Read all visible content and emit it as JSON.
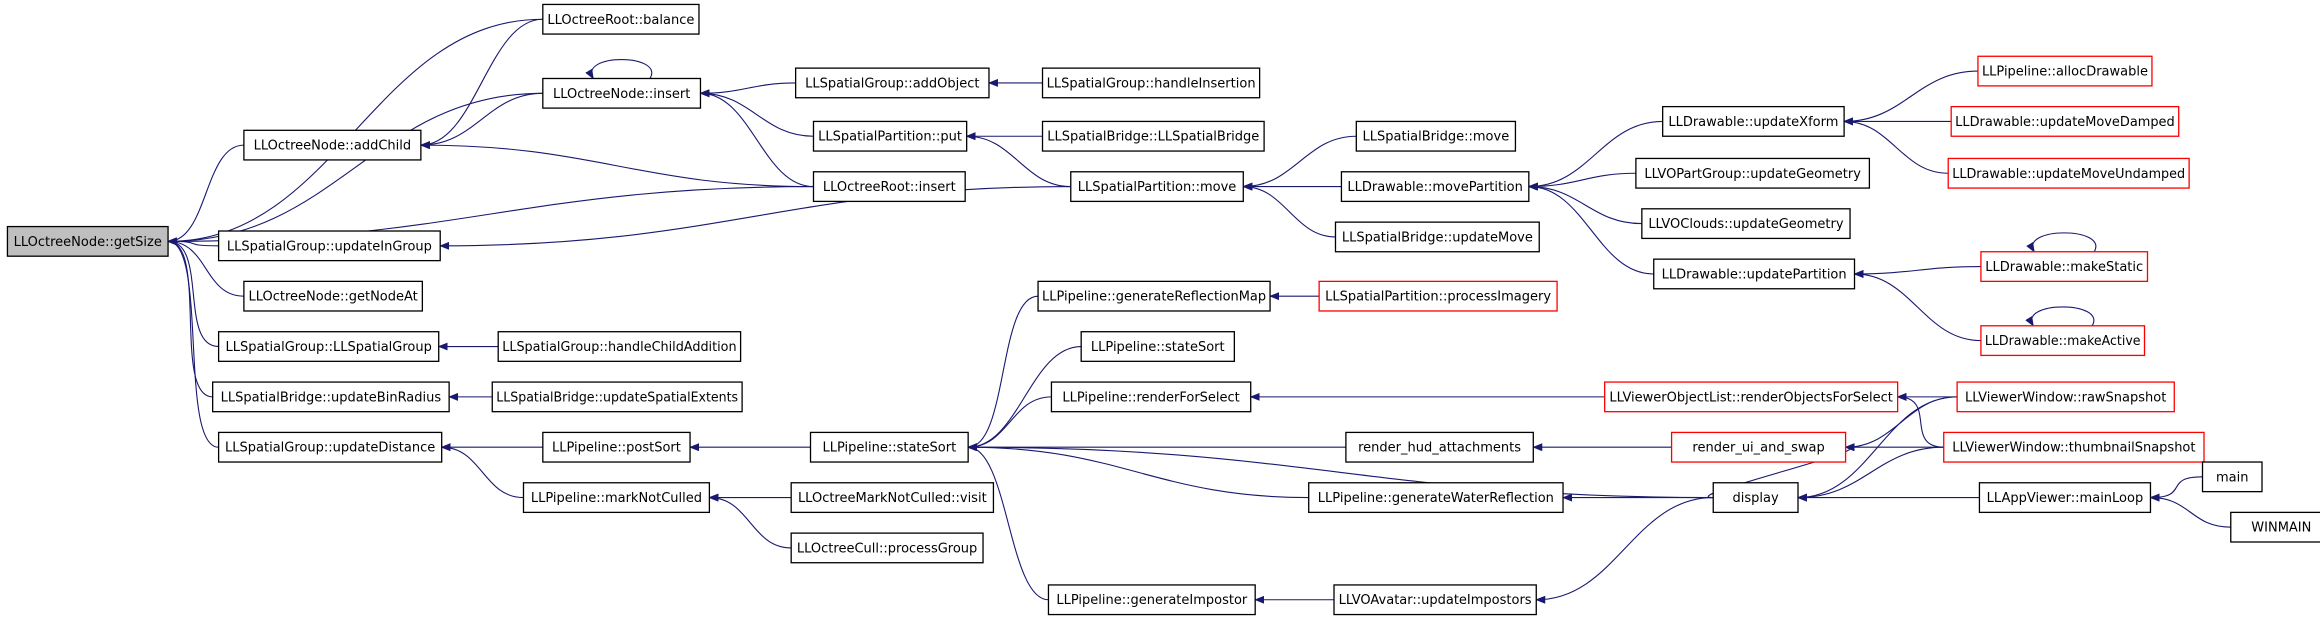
{
  "colors": {
    "edge": "#191970",
    "arrow": "#191970",
    "node_border": "#000000",
    "node_border_external": "#ff0000",
    "node_fill": "#ffffff",
    "root_fill": "#bfbfbf",
    "text": "#000000"
  },
  "nodes": [
    {
      "id": "getSize",
      "label": "LLOctreeNode::getSize",
      "style": "root"
    },
    {
      "id": "balance",
      "label": "LLOctreeRoot::balance",
      "style": "normal"
    },
    {
      "id": "insertN",
      "label": "LLOctreeNode::insert",
      "style": "normal"
    },
    {
      "id": "addChild",
      "label": "LLOctreeNode::addChild",
      "style": "normal"
    },
    {
      "id": "rootInsert",
      "label": "LLOctreeRoot::insert",
      "style": "normal"
    },
    {
      "id": "updateInGroup",
      "label": "LLSpatialGroup::updateInGroup",
      "style": "normal"
    },
    {
      "id": "getNodeAt",
      "label": "LLOctreeNode::getNodeAt",
      "style": "normal"
    },
    {
      "id": "llsg",
      "label": "LLSpatialGroup::LLSpatialGroup",
      "style": "normal"
    },
    {
      "id": "ubr",
      "label": "LLSpatialBridge::updateBinRadius",
      "style": "normal"
    },
    {
      "id": "updDist",
      "label": "LLSpatialGroup::updateDistance",
      "style": "normal"
    },
    {
      "id": "addObject",
      "label": "LLSpatialGroup::addObject",
      "style": "normal"
    },
    {
      "id": "handleIns",
      "label": "LLSpatialGroup::handleInsertion",
      "style": "normal"
    },
    {
      "id": "put",
      "label": "LLSpatialPartition::put",
      "style": "normal"
    },
    {
      "id": "llsb",
      "label": "LLSpatialBridge::LLSpatialBridge",
      "style": "normal"
    },
    {
      "id": "spMove",
      "label": "LLSpatialPartition::move",
      "style": "normal"
    },
    {
      "id": "sbMove",
      "label": "LLSpatialBridge::move",
      "style": "normal"
    },
    {
      "id": "movePart",
      "label": "LLDrawable::movePartition",
      "style": "normal"
    },
    {
      "id": "sbUpdMove",
      "label": "LLSpatialBridge::updateMove",
      "style": "normal"
    },
    {
      "id": "updXform",
      "label": "LLDrawable::updateXform",
      "style": "normal"
    },
    {
      "id": "allocDraw",
      "label": "LLPipeline::allocDrawable",
      "style": "external"
    },
    {
      "id": "updMoveDamped",
      "label": "LLDrawable::updateMoveDamped",
      "style": "external"
    },
    {
      "id": "updMoveUndamped",
      "label": "LLDrawable::updateMoveUndamped",
      "style": "external"
    },
    {
      "id": "vopg",
      "label": "LLVOPartGroup::updateGeometry",
      "style": "normal"
    },
    {
      "id": "voclouds",
      "label": "LLVOClouds::updateGeometry",
      "style": "normal"
    },
    {
      "id": "updPart",
      "label": "LLDrawable::updatePartition",
      "style": "normal"
    },
    {
      "id": "makeStatic",
      "label": "LLDrawable::makeStatic",
      "style": "external"
    },
    {
      "id": "makeActive",
      "label": "LLDrawable::makeActive",
      "style": "external"
    },
    {
      "id": "genRefl",
      "label": "LLPipeline::generateReflectionMap",
      "style": "normal"
    },
    {
      "id": "procImg",
      "label": "LLSpatialPartition::processImagery",
      "style": "external"
    },
    {
      "id": "plStateSort1",
      "label": "LLPipeline::stateSort",
      "style": "normal"
    },
    {
      "id": "renderSel",
      "label": "LLPipeline::renderForSelect",
      "style": "normal"
    },
    {
      "id": "rofs",
      "label": "LLViewerObjectList::renderObjectsForSelect",
      "style": "external"
    },
    {
      "id": "rawSnap",
      "label": "LLViewerWindow::rawSnapshot",
      "style": "external"
    },
    {
      "id": "thumbSnap",
      "label": "LLViewerWindow::thumbnailSnapshot",
      "style": "external"
    },
    {
      "id": "childAdd",
      "label": "LLSpatialGroup::handleChildAddition",
      "style": "normal"
    },
    {
      "id": "use",
      "label": "LLSpatialBridge::updateSpatialExtents",
      "style": "normal"
    },
    {
      "id": "postSort",
      "label": "LLPipeline::postSort",
      "style": "normal"
    },
    {
      "id": "stateSort",
      "label": "LLPipeline::stateSort",
      "style": "normal"
    },
    {
      "id": "hud",
      "label": "render_hud_attachments",
      "style": "normal"
    },
    {
      "id": "uiswap",
      "label": "render_ui_and_swap",
      "style": "external"
    },
    {
      "id": "markNC",
      "label": "LLPipeline::markNotCulled",
      "style": "normal"
    },
    {
      "id": "visit",
      "label": "LLOctreeMarkNotCulled::visit",
      "style": "normal"
    },
    {
      "id": "procGroup",
      "label": "LLOctreeCull::processGroup",
      "style": "normal"
    },
    {
      "id": "genWater",
      "label": "LLPipeline::generateWaterReflection",
      "style": "normal"
    },
    {
      "id": "display",
      "label": "display",
      "style": "normal"
    },
    {
      "id": "mainLoop",
      "label": "LLAppViewer::mainLoop",
      "style": "normal"
    },
    {
      "id": "main",
      "label": "main",
      "style": "normal"
    },
    {
      "id": "winmain",
      "label": "WINMAIN",
      "style": "normal"
    },
    {
      "id": "genImp",
      "label": "LLPipeline::generateImpostor",
      "style": "normal"
    },
    {
      "id": "updImp",
      "label": "LLVOAvatar::updateImpostors",
      "style": "normal"
    }
  ],
  "edges": [
    [
      "balance",
      "getSize"
    ],
    [
      "insertN",
      "getSize"
    ],
    [
      "addChild",
      "getSize"
    ],
    [
      "rootInsert",
      "getSize"
    ],
    [
      "updateInGroup",
      "getSize"
    ],
    [
      "getNodeAt",
      "getSize"
    ],
    [
      "llsg",
      "getSize"
    ],
    [
      "ubr",
      "getSize"
    ],
    [
      "updDist",
      "getSize"
    ],
    [
      "balance",
      "addChild"
    ],
    [
      "insertN",
      "addChild"
    ],
    [
      "rootInsert",
      "addChild"
    ],
    [
      "insertN",
      "insertN"
    ],
    [
      "addObject",
      "insertN"
    ],
    [
      "put",
      "insertN"
    ],
    [
      "rootInsert",
      "insertN"
    ],
    [
      "handleIns",
      "addObject"
    ],
    [
      "spMove",
      "put"
    ],
    [
      "llsb",
      "put"
    ],
    [
      "spMove",
      "updateInGroup"
    ],
    [
      "sbMove",
      "spMove"
    ],
    [
      "movePart",
      "spMove"
    ],
    [
      "sbUpdMove",
      "spMove"
    ],
    [
      "updXform",
      "movePart"
    ],
    [
      "vopg",
      "movePart"
    ],
    [
      "voclouds",
      "movePart"
    ],
    [
      "updPart",
      "movePart"
    ],
    [
      "allocDraw",
      "updXform"
    ],
    [
      "updMoveDamped",
      "updXform"
    ],
    [
      "updMoveUndamped",
      "updXform"
    ],
    [
      "makeStatic",
      "updPart"
    ],
    [
      "makeActive",
      "updPart"
    ],
    [
      "makeStatic",
      "makeStatic"
    ],
    [
      "makeActive",
      "makeActive"
    ],
    [
      "childAdd",
      "llsg"
    ],
    [
      "use",
      "ubr"
    ],
    [
      "postSort",
      "updDist"
    ],
    [
      "markNC",
      "updDist"
    ],
    [
      "stateSort",
      "postSort"
    ],
    [
      "visit",
      "markNC"
    ],
    [
      "procGroup",
      "markNC"
    ],
    [
      "genRefl",
      "stateSort"
    ],
    [
      "plStateSort1",
      "stateSort"
    ],
    [
      "renderSel",
      "stateSort"
    ],
    [
      "hud",
      "stateSort"
    ],
    [
      "genWater",
      "stateSort"
    ],
    [
      "display",
      "stateSort"
    ],
    [
      "genImp",
      "stateSort"
    ],
    [
      "procImg",
      "genRefl"
    ],
    [
      "rofs",
      "renderSel"
    ],
    [
      "rawSnap",
      "rofs"
    ],
    [
      "thumbSnap",
      "rofs"
    ],
    [
      "uiswap",
      "hud"
    ],
    [
      "rawSnap",
      "uiswap"
    ],
    [
      "thumbSnap",
      "uiswap"
    ],
    [
      "display",
      "genWater"
    ],
    [
      "display",
      "uiswap"
    ],
    [
      "rawSnap",
      "display"
    ],
    [
      "thumbSnap",
      "display"
    ],
    [
      "mainLoop",
      "display"
    ],
    [
      "updImp",
      "genImp"
    ],
    [
      "display",
      "updImp"
    ],
    [
      "main",
      "mainLoop"
    ],
    [
      "winmain",
      "mainLoop"
    ]
  ]
}
